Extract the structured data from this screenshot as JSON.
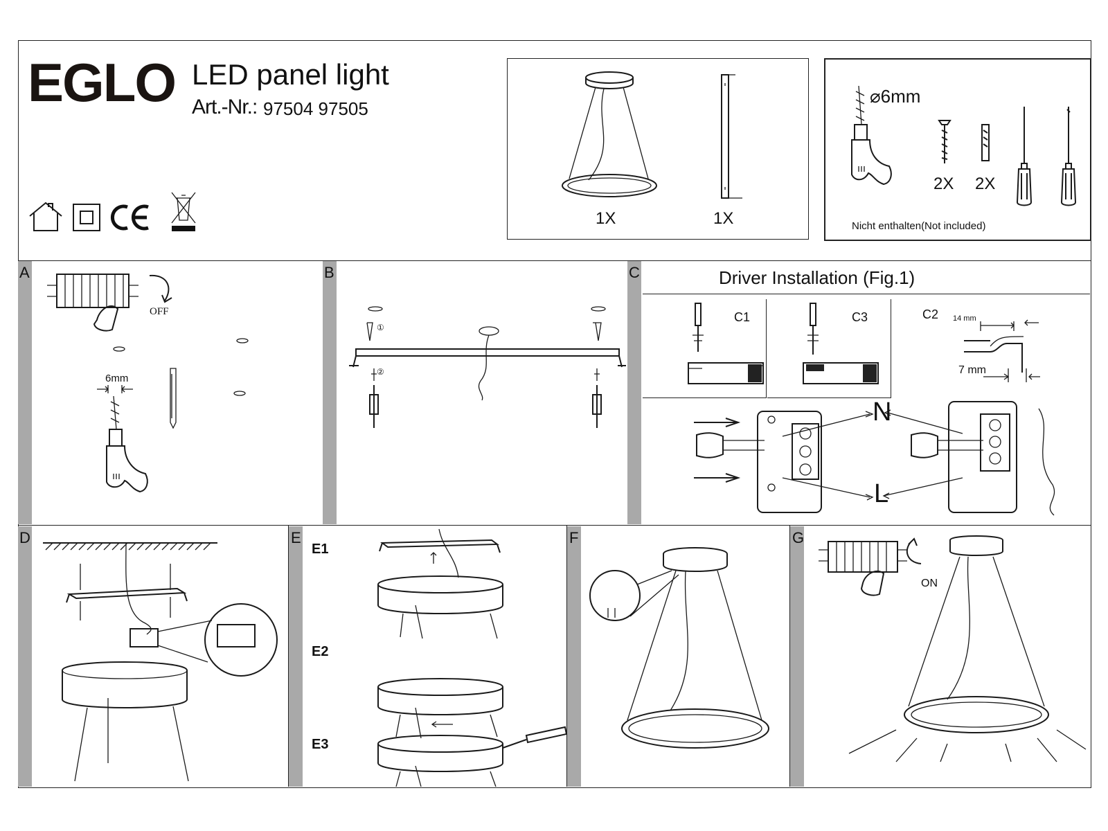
{
  "header": {
    "brand": "EGLO",
    "product_title": "LED panel light",
    "article_label": "Art.-Nr.:",
    "article_numbers": "97504 97505",
    "compliance_icons": [
      "indoor-house-icon",
      "class-ii-double-insulation-icon",
      "ce-mark-icon",
      "weee-crossed-bin-icon"
    ]
  },
  "contents_box": {
    "lamp_qty": "1X",
    "bracket_qty": "1X"
  },
  "tools_box": {
    "drill_size": "⌀6mm",
    "screw_qty": "2X",
    "dowel_qty": "2X",
    "note": "Nicht enthalten(Not included)"
  },
  "panels": {
    "a": {
      "letter": "A",
      "off_label": "OFF",
      "drill_depth": "6mm"
    },
    "b": {
      "letter": "B",
      "step1": "①",
      "step2": "②"
    },
    "c": {
      "letter": "C",
      "title": "Driver Installation (Fig.1)",
      "c1": "C1",
      "c3": "C3",
      "c2": "C2",
      "strip_14": "14 mm",
      "strip_7": "7 mm",
      "neutral": "N",
      "live": "L"
    },
    "d": {
      "letter": "D"
    },
    "e": {
      "letter": "E",
      "e1": "E1",
      "e2": "E2",
      "e3": "E3"
    },
    "f": {
      "letter": "F"
    },
    "g": {
      "letter": "G",
      "on_label": "ON"
    }
  }
}
